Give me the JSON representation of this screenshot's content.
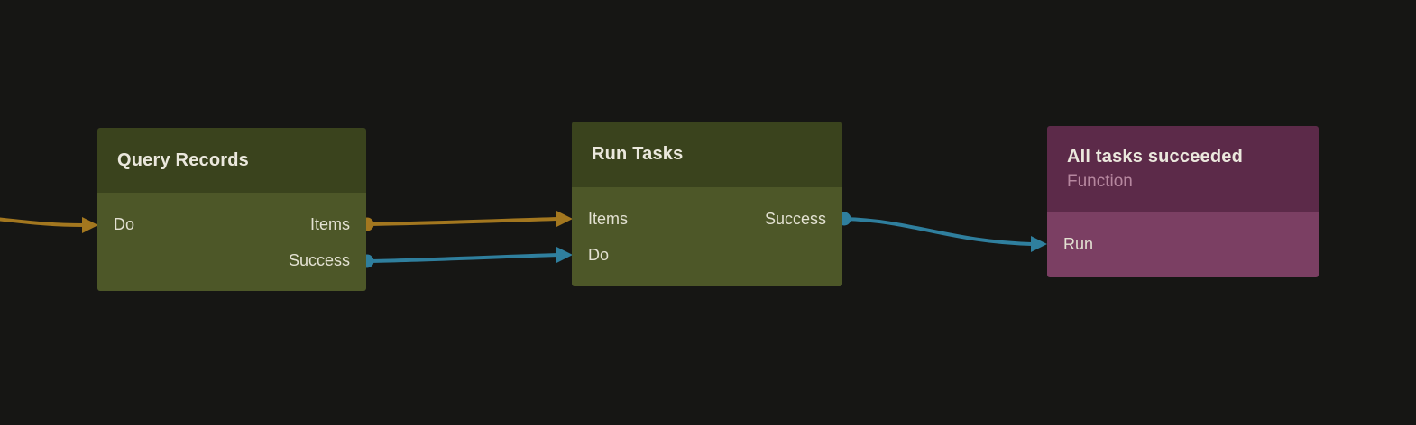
{
  "canvas": {
    "background": "#161614"
  },
  "colors": {
    "canvas-bg": "#161614",
    "wire-orange": "#a3771f",
    "wire-blue": "#2f7f9e",
    "green-node-header": "#3a431d",
    "green-node-body": "#4d5728",
    "purple-node-header": "#5c2a49",
    "purple-node-body": "#7b3f63",
    "node-title-text": "#ebe8dd",
    "node-subtitle-text": "#b6879f",
    "port-label-text": "#e3e1d2"
  },
  "nodes": [
    {
      "title": "Query Records",
      "inputs": [
        {
          "label": "Do"
        }
      ],
      "outputs": [
        {
          "label": "Items",
          "port_color": "#a3771f"
        },
        {
          "label": "Success",
          "port_color": "#2f7f9e"
        }
      ]
    },
    {
      "title": "Run Tasks",
      "inputs": [
        {
          "label": "Items"
        },
        {
          "label": "Do"
        }
      ],
      "outputs": [
        {
          "label": "Success",
          "port_color": "#2f7f9e"
        }
      ]
    },
    {
      "title": "All tasks succeeded",
      "subtitle": "Function",
      "inputs": [
        {
          "label": "Run"
        }
      ],
      "outputs": []
    }
  ],
  "wires": [
    {
      "from": "offscreen-left",
      "to": "Query Records / Do",
      "color": "#a3771f"
    },
    {
      "from": "Query Records / Items",
      "to": "Run Tasks / Items",
      "color": "#a3771f"
    },
    {
      "from": "Query Records / Success",
      "to": "Run Tasks / Do",
      "color": "#2f7f9e"
    },
    {
      "from": "Run Tasks / Success",
      "to": "All tasks succeeded / Run",
      "color": "#2f7f9e"
    }
  ]
}
